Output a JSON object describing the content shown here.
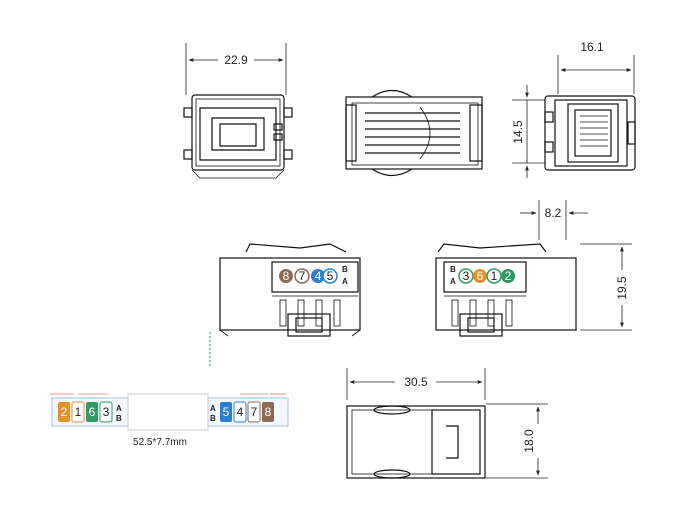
{
  "dimensions": {
    "top_width": "22.9",
    "side_width": "16.1",
    "side_height": "14.5",
    "depth": "8.2",
    "height": "19.5",
    "bottom_length": "30.5",
    "bottom_width": "18.0"
  },
  "label": {
    "size": "52.5*7.7mm",
    "left_pins": [
      "2",
      "1",
      "6",
      "3"
    ],
    "right_pins": [
      "5",
      "4",
      "7",
      "8"
    ],
    "row_a": "A",
    "row_b": "B"
  },
  "jack_left_pins": [
    "8",
    "7",
    "4",
    "5"
  ],
  "jack_right_pins": [
    "2",
    "1",
    "6",
    "3"
  ],
  "colors": {
    "orange": "#e8902a",
    "green": "#2e9a62",
    "blue": "#2b7fd1",
    "brown": "#8b6a50",
    "line": "#111111"
  }
}
